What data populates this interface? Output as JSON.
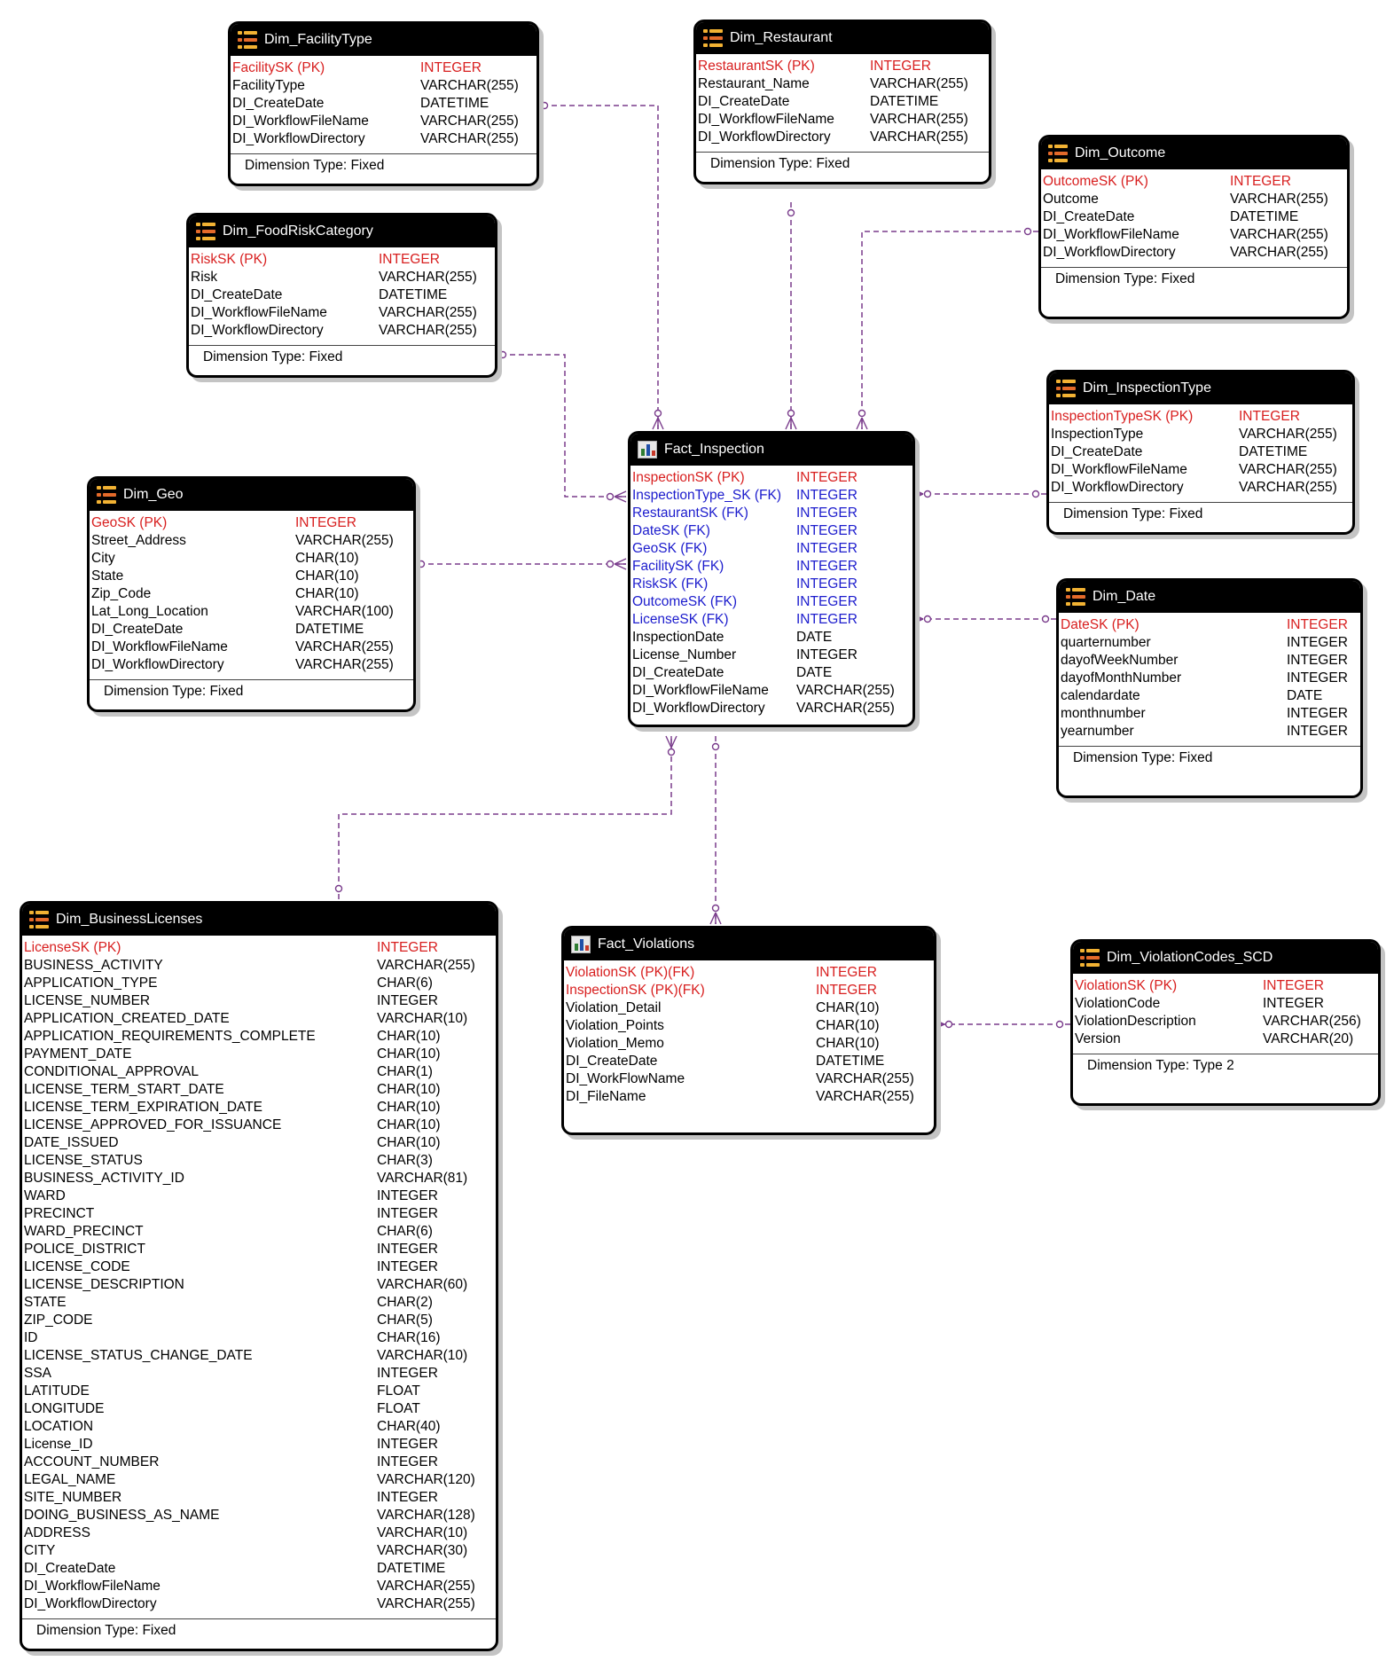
{
  "colors": {
    "pk": "#d81f1f",
    "fk": "#1c1ccd",
    "link": "#7a3c8c",
    "header": "#000000"
  },
  "tables": [
    {
      "key": "facility",
      "name": "Dim_FacilityType",
      "icon": "dimension-table-icon",
      "footer": "Dimension Type: Fixed",
      "columns": [
        {
          "name": "FacilitySK (PK)",
          "type": "INTEGER",
          "role": "pk"
        },
        {
          "name": "FacilityType",
          "type": "VARCHAR(255)",
          "role": ""
        },
        {
          "name": "DI_CreateDate",
          "type": "DATETIME",
          "role": ""
        },
        {
          "name": "DI_WorkflowFileName",
          "type": "VARCHAR(255)",
          "role": ""
        },
        {
          "name": "DI_WorkflowDirectory",
          "type": "VARCHAR(255)",
          "role": ""
        }
      ]
    },
    {
      "key": "restaurant",
      "name": "Dim_Restaurant",
      "icon": "dimension-table-icon",
      "footer": "Dimension Type: Fixed",
      "columns": [
        {
          "name": "RestaurantSK (PK)",
          "type": "INTEGER",
          "role": "pk"
        },
        {
          "name": "Restaurant_Name",
          "type": "VARCHAR(255)",
          "role": ""
        },
        {
          "name": "DI_CreateDate",
          "type": "DATETIME",
          "role": ""
        },
        {
          "name": "DI_WorkflowFileName",
          "type": "VARCHAR(255)",
          "role": ""
        },
        {
          "name": "DI_WorkflowDirectory",
          "type": "VARCHAR(255)",
          "role": ""
        }
      ]
    },
    {
      "key": "outcome",
      "name": "Dim_Outcome",
      "icon": "dimension-table-icon",
      "footer": "Dimension Type: Fixed",
      "columns": [
        {
          "name": "OutcomeSK (PK)",
          "type": "INTEGER",
          "role": "pk"
        },
        {
          "name": "Outcome",
          "type": "VARCHAR(255)",
          "role": ""
        },
        {
          "name": "DI_CreateDate",
          "type": "DATETIME",
          "role": ""
        },
        {
          "name": "DI_WorkflowFileName",
          "type": "VARCHAR(255)",
          "role": ""
        },
        {
          "name": "DI_WorkflowDirectory",
          "type": "VARCHAR(255)",
          "role": ""
        }
      ]
    },
    {
      "key": "risk",
      "name": "Dim_FoodRiskCategory",
      "icon": "dimension-table-icon",
      "footer": "Dimension Type: Fixed",
      "columns": [
        {
          "name": "RiskSK (PK)",
          "type": "INTEGER",
          "role": "pk"
        },
        {
          "name": "Risk",
          "type": "VARCHAR(255)",
          "role": ""
        },
        {
          "name": "DI_CreateDate",
          "type": "DATETIME",
          "role": ""
        },
        {
          "name": "DI_WorkflowFileName",
          "type": "VARCHAR(255)",
          "role": ""
        },
        {
          "name": "DI_WorkflowDirectory",
          "type": "VARCHAR(255)",
          "role": ""
        }
      ]
    },
    {
      "key": "inspectiontype",
      "name": "Dim_InspectionType",
      "icon": "dimension-table-icon",
      "footer": "Dimension Type: Fixed",
      "columns": [
        {
          "name": "InspectionTypeSK (PK)",
          "type": "INTEGER",
          "role": "pk"
        },
        {
          "name": "InspectionType",
          "type": "VARCHAR(255)",
          "role": ""
        },
        {
          "name": "DI_CreateDate",
          "type": "DATETIME",
          "role": ""
        },
        {
          "name": "DI_WorkflowFileName",
          "type": "VARCHAR(255)",
          "role": ""
        },
        {
          "name": "DI_WorkflowDirectory",
          "type": "VARCHAR(255)",
          "role": ""
        }
      ]
    },
    {
      "key": "fact",
      "name": "Fact_Inspection",
      "icon": "fact-table-icon",
      "footer": "",
      "columns": [
        {
          "name": "InspectionSK (PK)",
          "type": "INTEGER",
          "role": "pk"
        },
        {
          "name": "InspectionType_SK (FK)",
          "type": "INTEGER",
          "role": "fk"
        },
        {
          "name": "RestaurantSK (FK)",
          "type": "INTEGER",
          "role": "fk"
        },
        {
          "name": "DateSK (FK)",
          "type": "INTEGER",
          "role": "fk"
        },
        {
          "name": "GeoSK (FK)",
          "type": "INTEGER",
          "role": "fk"
        },
        {
          "name": "FacilitySK (FK)",
          "type": "INTEGER",
          "role": "fk"
        },
        {
          "name": "RiskSK (FK)",
          "type": "INTEGER",
          "role": "fk"
        },
        {
          "name": "OutcomeSK (FK)",
          "type": "INTEGER",
          "role": "fk"
        },
        {
          "name": "LicenseSK (FK)",
          "type": "INTEGER",
          "role": "fk"
        },
        {
          "name": "InspectionDate",
          "type": "DATE",
          "role": ""
        },
        {
          "name": "License_Number",
          "type": "INTEGER",
          "role": ""
        },
        {
          "name": "DI_CreateDate",
          "type": "DATE",
          "role": ""
        },
        {
          "name": "DI_WorkflowFileName",
          "type": "VARCHAR(255)",
          "role": ""
        },
        {
          "name": "DI_WorkflowDirectory",
          "type": "VARCHAR(255)",
          "role": ""
        }
      ]
    },
    {
      "key": "geo",
      "name": "Dim_Geo",
      "icon": "dimension-table-icon",
      "footer": "Dimension Type: Fixed",
      "columns": [
        {
          "name": "GeoSK (PK)",
          "type": "INTEGER",
          "role": "pk"
        },
        {
          "name": "Street_Address",
          "type": "VARCHAR(255)",
          "role": ""
        },
        {
          "name": "City",
          "type": "CHAR(10)",
          "role": ""
        },
        {
          "name": "State",
          "type": "CHAR(10)",
          "role": ""
        },
        {
          "name": "Zip_Code",
          "type": "CHAR(10)",
          "role": ""
        },
        {
          "name": "Lat_Long_Location",
          "type": "VARCHAR(100)",
          "role": ""
        },
        {
          "name": "DI_CreateDate",
          "type": "DATETIME",
          "role": ""
        },
        {
          "name": "DI_WorkflowFileName",
          "type": "VARCHAR(255)",
          "role": ""
        },
        {
          "name": "DI_WorkflowDirectory",
          "type": "VARCHAR(255)",
          "role": ""
        }
      ]
    },
    {
      "key": "date",
      "name": "Dim_Date",
      "icon": "dimension-table-icon",
      "footer": "Dimension Type: Fixed",
      "columns": [
        {
          "name": "DateSK (PK)",
          "type": "INTEGER",
          "role": "pk"
        },
        {
          "name": "quarternumber",
          "type": "INTEGER",
          "role": ""
        },
        {
          "name": "dayofWeekNumber",
          "type": "INTEGER",
          "role": ""
        },
        {
          "name": "dayofMonthNumber",
          "type": "INTEGER",
          "role": ""
        },
        {
          "name": "calendardate",
          "type": "DATE",
          "role": ""
        },
        {
          "name": "monthnumber",
          "type": "INTEGER",
          "role": ""
        },
        {
          "name": "yearnumber",
          "type": "INTEGER",
          "role": ""
        }
      ]
    },
    {
      "key": "license",
      "name": "Dim_BusinessLicenses",
      "icon": "dimension-table-icon",
      "footer": "Dimension Type: Fixed",
      "columns": [
        {
          "name": "LicenseSK (PK)",
          "type": "INTEGER",
          "role": "pk"
        },
        {
          "name": "BUSINESS_ACTIVITY",
          "type": "VARCHAR(255)",
          "role": ""
        },
        {
          "name": "APPLICATION_TYPE",
          "type": "CHAR(6)",
          "role": ""
        },
        {
          "name": "LICENSE_NUMBER",
          "type": "INTEGER",
          "role": ""
        },
        {
          "name": "APPLICATION_CREATED_DATE",
          "type": "VARCHAR(10)",
          "role": ""
        },
        {
          "name": "APPLICATION_REQUIREMENTS_COMPLETE",
          "type": "CHAR(10)",
          "role": ""
        },
        {
          "name": "PAYMENT_DATE",
          "type": "CHAR(10)",
          "role": ""
        },
        {
          "name": "CONDITIONAL_APPROVAL",
          "type": "CHAR(1)",
          "role": ""
        },
        {
          "name": "LICENSE_TERM_START_DATE",
          "type": "CHAR(10)",
          "role": ""
        },
        {
          "name": "LICENSE_TERM_EXPIRATION_DATE",
          "type": "CHAR(10)",
          "role": ""
        },
        {
          "name": "LICENSE_APPROVED_FOR_ISSUANCE",
          "type": "CHAR(10)",
          "role": ""
        },
        {
          "name": "DATE_ISSUED",
          "type": "CHAR(10)",
          "role": ""
        },
        {
          "name": "LICENSE_STATUS",
          "type": "CHAR(3)",
          "role": ""
        },
        {
          "name": "BUSINESS_ACTIVITY_ID",
          "type": "VARCHAR(81)",
          "role": ""
        },
        {
          "name": "WARD",
          "type": "INTEGER",
          "role": ""
        },
        {
          "name": "PRECINCT",
          "type": "INTEGER",
          "role": ""
        },
        {
          "name": "WARD_PRECINCT",
          "type": "CHAR(6)",
          "role": ""
        },
        {
          "name": "POLICE_DISTRICT",
          "type": "INTEGER",
          "role": ""
        },
        {
          "name": "LICENSE_CODE",
          "type": "INTEGER",
          "role": ""
        },
        {
          "name": "LICENSE_DESCRIPTION",
          "type": "VARCHAR(60)",
          "role": ""
        },
        {
          "name": "STATE",
          "type": "CHAR(2)",
          "role": ""
        },
        {
          "name": "ZIP_CODE",
          "type": "CHAR(5)",
          "role": ""
        },
        {
          "name": "ID",
          "type": "CHAR(16)",
          "role": ""
        },
        {
          "name": "LICENSE_STATUS_CHANGE_DATE",
          "type": "VARCHAR(10)",
          "role": ""
        },
        {
          "name": "SSA",
          "type": "INTEGER",
          "role": ""
        },
        {
          "name": "LATITUDE",
          "type": "FLOAT",
          "role": ""
        },
        {
          "name": "LONGITUDE",
          "type": "FLOAT",
          "role": ""
        },
        {
          "name": "LOCATION",
          "type": "CHAR(40)",
          "role": ""
        },
        {
          "name": "License_ID",
          "type": "INTEGER",
          "role": ""
        },
        {
          "name": "ACCOUNT_NUMBER",
          "type": "INTEGER",
          "role": ""
        },
        {
          "name": "LEGAL_NAME",
          "type": "VARCHAR(120)",
          "role": ""
        },
        {
          "name": "SITE_NUMBER",
          "type": "INTEGER",
          "role": ""
        },
        {
          "name": "DOING_BUSINESS_AS_NAME",
          "type": "VARCHAR(128)",
          "role": ""
        },
        {
          "name": "ADDRESS",
          "type": "VARCHAR(10)",
          "role": ""
        },
        {
          "name": "CITY",
          "type": "VARCHAR(30)",
          "role": ""
        },
        {
          "name": "DI_CreateDate",
          "type": "DATETIME",
          "role": ""
        },
        {
          "name": "DI_WorkflowFileName",
          "type": "VARCHAR(255)",
          "role": ""
        },
        {
          "name": "DI_WorkflowDirectory",
          "type": "VARCHAR(255)",
          "role": ""
        }
      ]
    },
    {
      "key": "violations",
      "name": "Fact_Violations",
      "icon": "fact-table-icon",
      "footer": "",
      "columns": [
        {
          "name": "ViolationSK (PK)(FK)",
          "type": "INTEGER",
          "role": "pk"
        },
        {
          "name": "InspectionSK (PK)(FK)",
          "type": "INTEGER",
          "role": "pk"
        },
        {
          "name": "Violation_Detail",
          "type": "CHAR(10)",
          "role": ""
        },
        {
          "name": "Violation_Points",
          "type": "CHAR(10)",
          "role": ""
        },
        {
          "name": "Violation_Memo",
          "type": "CHAR(10)",
          "role": ""
        },
        {
          "name": "DI_CreateDate",
          "type": "DATETIME",
          "role": ""
        },
        {
          "name": "DI_WorkFlowName",
          "type": "VARCHAR(255)",
          "role": ""
        },
        {
          "name": "DI_FileName",
          "type": "VARCHAR(255)",
          "role": ""
        }
      ]
    },
    {
      "key": "violationcodes",
      "name": "Dim_ViolationCodes_SCD",
      "icon": "dimension-table-icon",
      "footer": "Dimension Type: Type 2",
      "columns": [
        {
          "name": "ViolationSK (PK)",
          "type": "INTEGER",
          "role": "pk"
        },
        {
          "name": "ViolationCode",
          "type": "INTEGER",
          "role": ""
        },
        {
          "name": "ViolationDescription",
          "type": "VARCHAR(256)",
          "role": ""
        },
        {
          "name": "Version",
          "type": "VARCHAR(20)",
          "role": ""
        }
      ]
    }
  ],
  "relationships": [
    {
      "from": "facility",
      "to": "fact"
    },
    {
      "from": "restaurant",
      "to": "fact"
    },
    {
      "from": "outcome",
      "to": "fact"
    },
    {
      "from": "risk",
      "to": "fact"
    },
    {
      "from": "inspectiontype",
      "to": "fact"
    },
    {
      "from": "geo",
      "to": "fact"
    },
    {
      "from": "date",
      "to": "fact"
    },
    {
      "from": "license",
      "to": "fact"
    },
    {
      "from": "fact",
      "to": "violations"
    },
    {
      "from": "violationcodes",
      "to": "violations"
    }
  ]
}
